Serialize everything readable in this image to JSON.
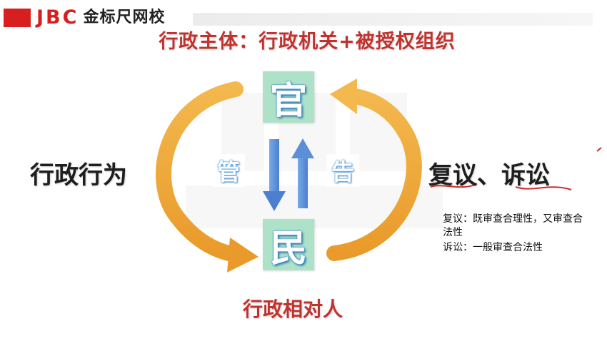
{
  "brand": {
    "logo_latin": "JBC",
    "logo_cn": "金标尺网校",
    "accent": "#d81e1e"
  },
  "title": "行政主体：行政机关+被授权组织",
  "diagram": {
    "top_box": "官",
    "bottom_box": "民",
    "left_side_char": "管",
    "right_side_char": "告",
    "left_label": "行政行为",
    "right_label": "复议、诉讼",
    "bottom_label": "行政相对人"
  },
  "notes": {
    "review": "复议：既审查合理性，又审查合法性",
    "litigation": "诉讼：一般审查合法性"
  },
  "colors": {
    "title_red": "#c0322e",
    "box_green": "#aee2c8",
    "arrow_orange": "#f0a93a",
    "arrow_blue": "#5b8fd8",
    "underline_red": "#d22a2a"
  },
  "icons": [
    "curved-arrow-left-icon",
    "curved-arrow-right-icon",
    "down-arrow-icon",
    "up-arrow-icon"
  ]
}
